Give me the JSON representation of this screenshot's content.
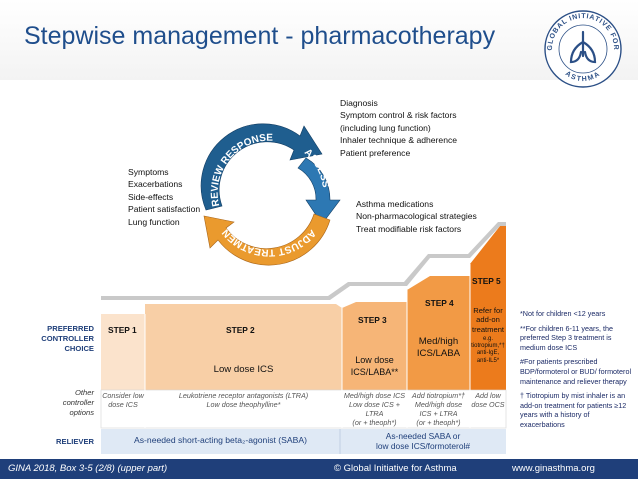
{
  "title": "Stepwise management - pharmacotherapy",
  "logo": {
    "ring_text_top": "GLOBAL INITIATIVE FOR",
    "ring_text_bottom": "ASTHMA"
  },
  "cycle": {
    "arrows": [
      "REVIEW RESPONSE",
      "ASSESS",
      "ADJUST TREATMENT"
    ],
    "assess_items": [
      "Diagnosis",
      "Symptom control & risk factors",
      "(including lung function)",
      "Inhaler technique & adherence",
      "Patient preference"
    ],
    "review_items": [
      "Symptoms",
      "Exacerbations",
      "Side-effects",
      "Patient satisfaction",
      "Lung function"
    ],
    "adjust_items": [
      "Asthma medications",
      "Non-pharmacological strategies",
      "Treat modifiable risk factors"
    ]
  },
  "rows": {
    "preferred": "PREFERRED\nCONTROLLER\nCHOICE",
    "other": "Other\ncontroller\noptions",
    "reliever": "RELIEVER"
  },
  "steps": [
    {
      "label": "STEP 1",
      "preferred": "",
      "other": "Consider low\ndose ICS"
    },
    {
      "label": "STEP 2",
      "preferred": "Low dose ICS",
      "other": "Leukotriene receptor antagonists (LTRA)\nLow dose theophylline*"
    },
    {
      "label": "STEP 3",
      "preferred": "Low dose\nICS/LABA**",
      "other": "Med/high dose ICS\nLow dose ICS +\nLTRA\n(or + theoph*)"
    },
    {
      "label": "STEP 4",
      "preferred": "Med/high\nICS/LABA",
      "other": "Add tiotropium*†\nMed/high dose\nICS + LTRA\n(or + theoph*)"
    },
    {
      "label": "STEP 5",
      "preferred": "Refer for\nadd-on\ntreatment",
      "preferred_small": "e.g.\ntiotropium,*†\nanti-IgE,\nanti-IL5*",
      "other": "Add low\ndose OCS"
    }
  ],
  "relievers": [
    "As-needed short-acting beta₂-agonist (SABA)",
    "As-needed SABA or\nlow dose ICS/formoterol#"
  ],
  "notes": [
    "*Not for children <12 years",
    "**For children 6-11 years, the preferred Step 3 treatment is medium dose ICS",
    "#For patients prescribed BDP/formoterol or BUD/ formoterol maintenance and reliever therapy",
    "† Tiotropium by mist inhaler is an add-on treatment for patients ≥12 years with a history of exacerbations"
  ],
  "footer": {
    "left": "GINA 2018, Box 3-5  (2/8) (upper part)",
    "center": "© Global Initiative for Asthma",
    "right": "www.ginasthma.org"
  },
  "colors": {
    "title": "#1f4e8c",
    "footer_bg": "#1f3f7a",
    "cycle_blue": "#1f5e8f",
    "cycle_orange": "#ea9a2e",
    "step1": "#fbe3cc",
    "step2": "#f8cfa6",
    "step3": "#f6b577",
    "step4": "#f29a45",
    "step5": "#ec7b1c",
    "reliever_bg": "#dfe9f5"
  }
}
